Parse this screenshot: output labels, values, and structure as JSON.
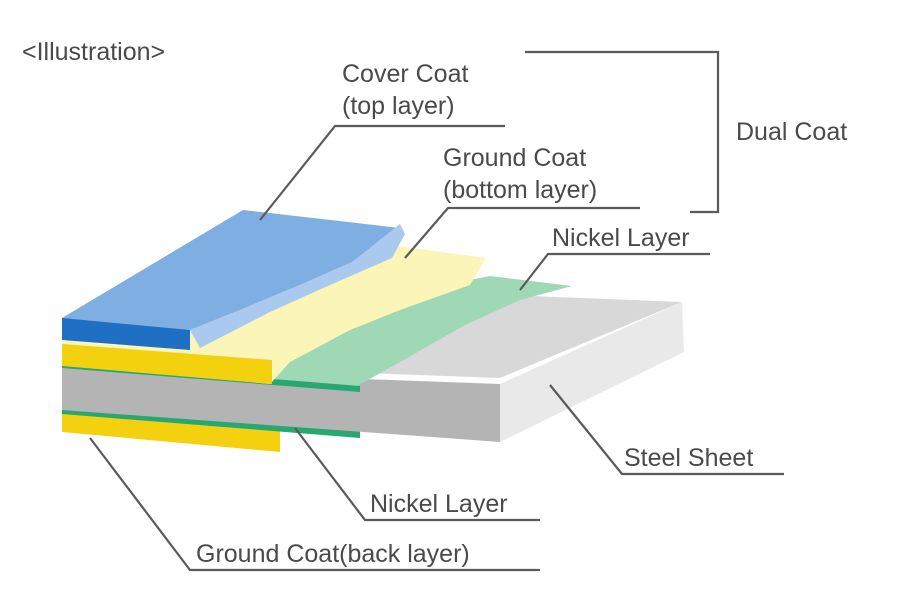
{
  "heading": "<Illustration>",
  "labels": {
    "cover_coat_line1": "Cover Coat",
    "cover_coat_line2": "(top layer)",
    "ground_coat_line1": "Ground Coat",
    "ground_coat_line2": "(bottom layer)",
    "dual_coat": "Dual Coat",
    "nickel_layer_top": "Nickel Layer",
    "steel_sheet": "Steel Sheet",
    "nickel_layer_bottom": "Nickel Layer",
    "ground_coat_back": "Ground Coat(back layer)"
  },
  "colors": {
    "cover_top": "#7faee2",
    "cover_front": "#1f6fc4",
    "cover_edge": "#a9c9ee",
    "ground_top": "#fbf5b7",
    "ground_front": "#f4d10f",
    "nickel_top": "#9fd8b4",
    "nickel_edge": "#27a873",
    "steel_top": "#d6d6d6",
    "steel_front": "#b4b4b4",
    "steel_side": "#e9e9e9",
    "leader": "#5a5a5a",
    "text": "#4a4a4a"
  }
}
